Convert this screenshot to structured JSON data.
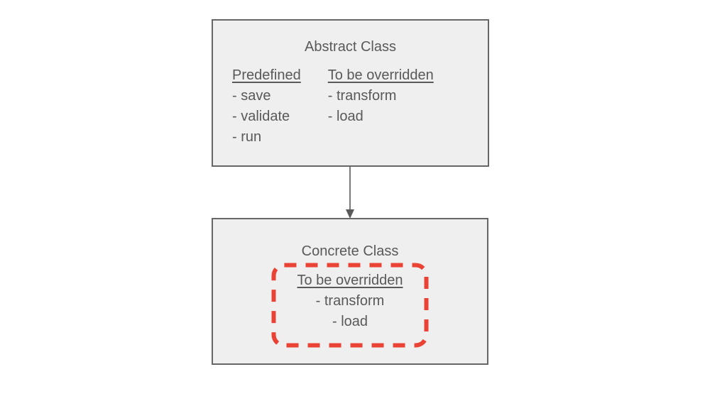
{
  "colors": {
    "background": "#ffffff",
    "box_fill": "#efefef",
    "box_border": "#666666",
    "text": "#595959",
    "arrow": "#595959",
    "accent_red": "#ea4335"
  },
  "abstract_class": {
    "title": "Abstract Class",
    "columns": [
      {
        "heading": "Predefined",
        "items": [
          "- save",
          "- validate",
          "- run"
        ]
      },
      {
        "heading": "To be overridden",
        "items": [
          "- transform",
          "- load"
        ]
      }
    ]
  },
  "concrete_class": {
    "title": "Concrete Class",
    "overridden": {
      "heading": "To be overridden",
      "items": [
        "- transform",
        "- load"
      ]
    }
  }
}
